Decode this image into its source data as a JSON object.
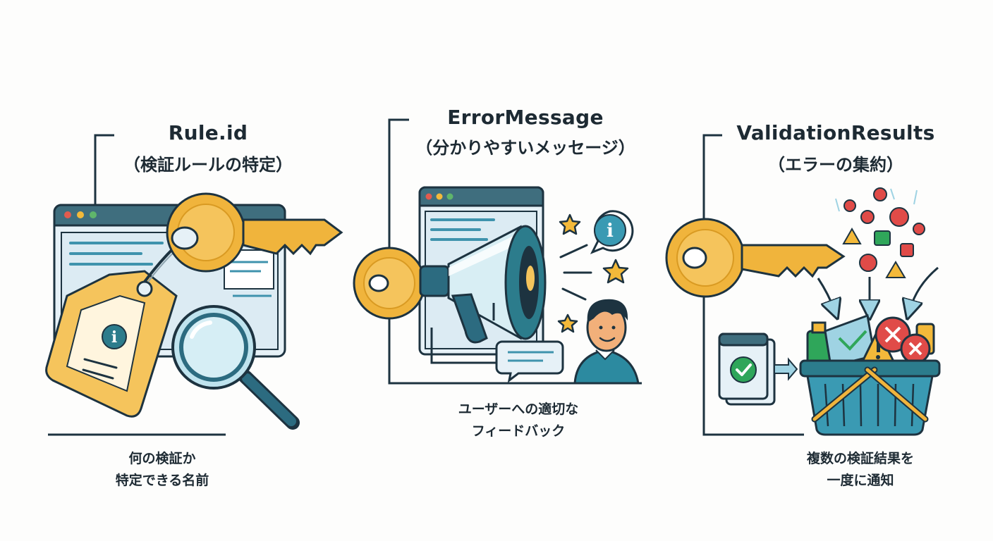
{
  "panels": [
    {
      "title": "Rule.id",
      "subtitle": "（検証ルールの特定）",
      "caption_lines": [
        "何の検証か",
        "特定できる名前"
      ]
    },
    {
      "title": "ErrorMessage",
      "subtitle": "（分かりやすいメッセージ）",
      "caption_lines": [
        "ユーザーへの適切な",
        "フィードバック"
      ]
    },
    {
      "title": "ValidationResults",
      "subtitle": "（エラーの集約）",
      "caption_lines": [
        "複数の検証結果を",
        "一度に通知"
      ]
    }
  ],
  "icon_colors": {
    "outline": "#1d3340",
    "key_gold": "#f0b43c",
    "teal": "#2c7c8c",
    "window_fill": "#e6f1f7",
    "check_green": "#2fa65a",
    "error_red": "#e04b48",
    "warning_yellow": "#f3b93a"
  }
}
